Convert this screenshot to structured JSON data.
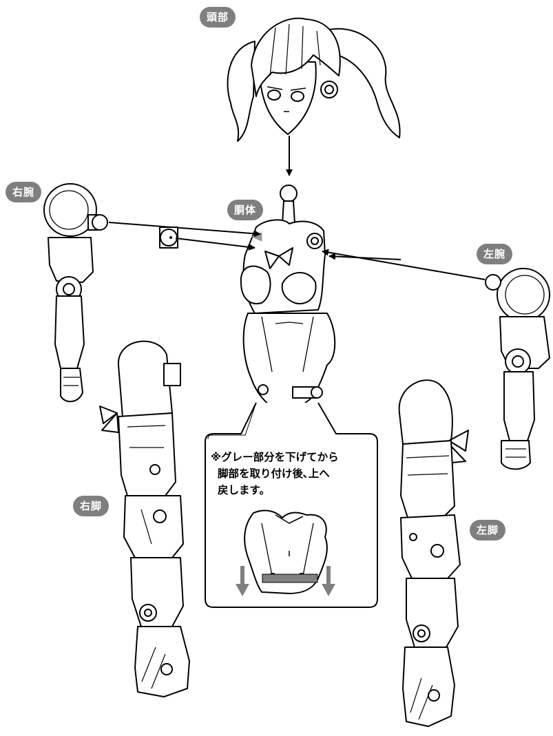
{
  "labels": {
    "head": "頭部",
    "torso": "胴体",
    "right_arm": "右腕",
    "left_arm": "左腕",
    "right_leg": "右脚",
    "left_leg": "左脚"
  },
  "note": {
    "line1": "※グレー部分を下げてから",
    "line2": "脚部を取り付け後､上へ",
    "line3": "戻します。"
  },
  "colors": {
    "label_bg": "#7f7f7f",
    "highlight": "#7f7f7f",
    "line": "#000000"
  }
}
